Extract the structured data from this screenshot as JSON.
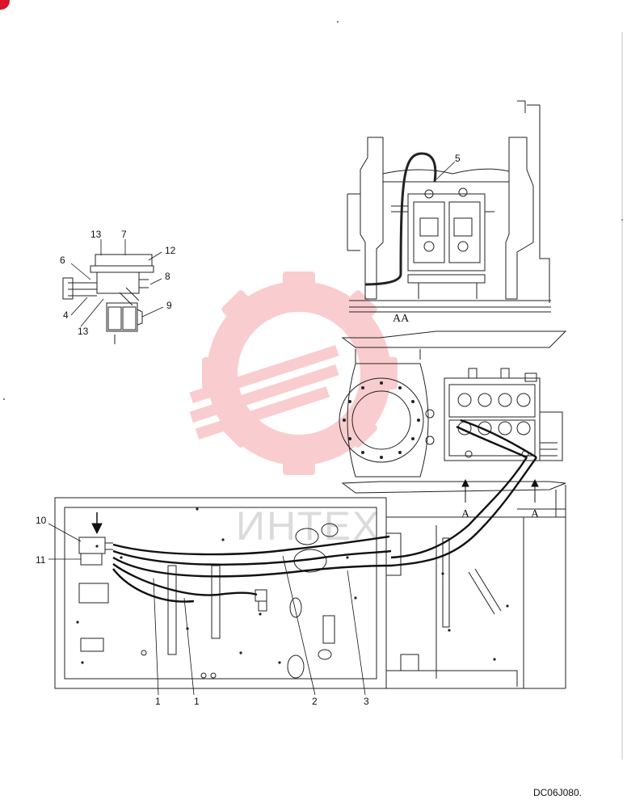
{
  "callouts": {
    "c1a": "1",
    "c1b": "1",
    "c2": "2",
    "c3": "3",
    "c4": "4",
    "c5": "5",
    "c6": "6",
    "c7": "7",
    "c8": "8",
    "c9": "9",
    "c10": "10",
    "c11": "11",
    "c12": "12",
    "c13a": "13",
    "c13b": "13"
  },
  "section_views": {
    "view_label": "AA",
    "arrow_left": "A",
    "arrow_right": "A"
  },
  "watermark": {
    "text": "ИНТЕХ",
    "color": "#e8202a"
  },
  "drawing_code": "DC06J080."
}
